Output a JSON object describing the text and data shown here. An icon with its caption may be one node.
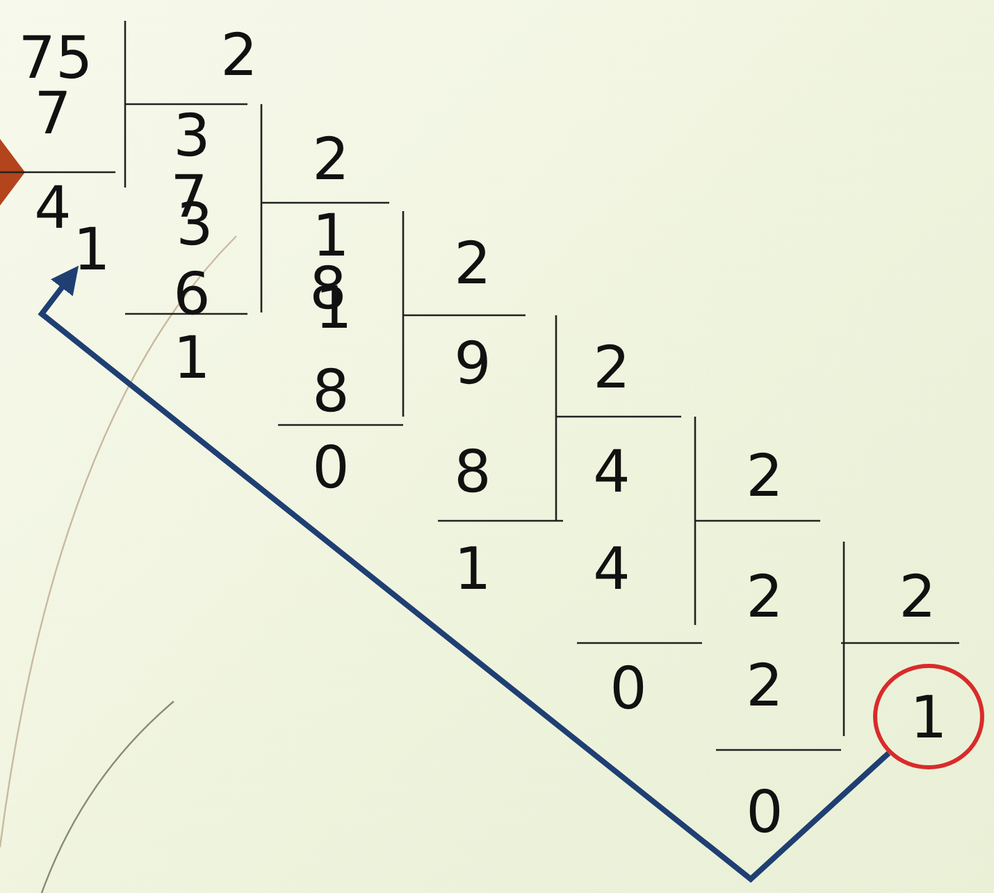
{
  "diagram": {
    "nodes": [
      {
        "text": [
          "1"
        ]
      },
      {
        "text": [
          "1"
        ]
      }
    ],
    "edges": [
      {
        "from": 1,
        "to": 0,
        "arrow": "to"
      }
    ],
    "labels": [
      "75",
      "2",
      "7",
      "3",
      "2",
      "4",
      "7",
      "3",
      "1",
      "2",
      "6",
      "8",
      "1",
      "1",
      "9",
      "2",
      "8",
      "0",
      "8",
      "4",
      "2",
      "1",
      "4",
      "2",
      "2",
      "0",
      "2",
      "0"
    ]
  }
}
